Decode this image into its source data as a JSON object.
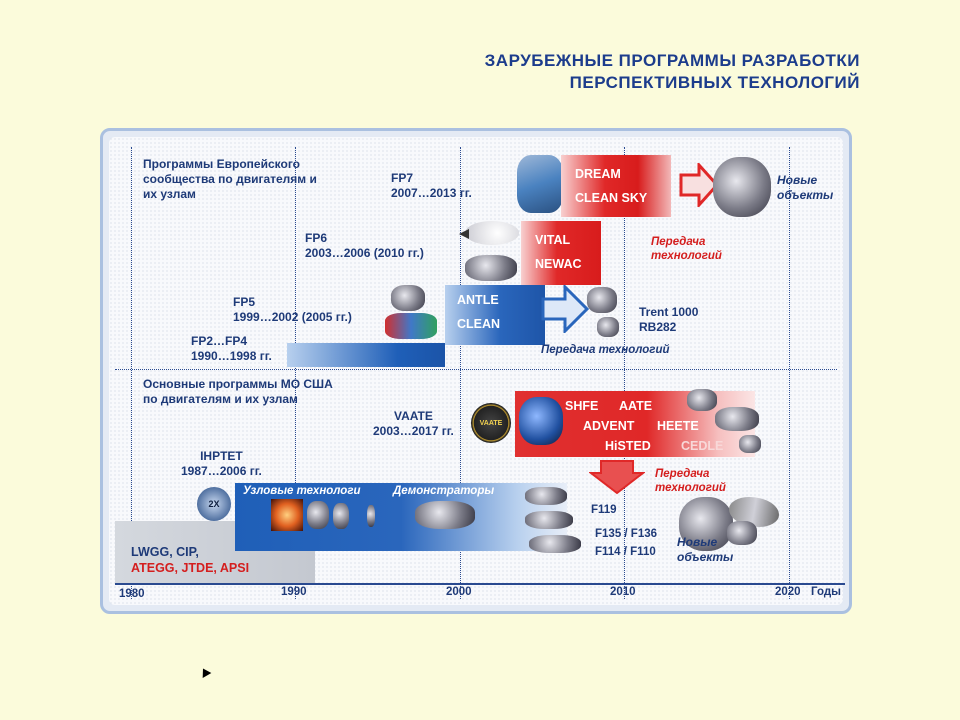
{
  "title": {
    "line1": "ЗАРУБЕЖНЫЕ ПРОГРАММЫ РАЗРАБОТКИ",
    "line2": "ПЕРСПЕКТИВНЫХ ТЕХНОЛОГИЙ"
  },
  "europe": {
    "heading": [
      "Программы Европейского",
      "сообщества по двигателям и",
      "их узлам"
    ],
    "fp2": [
      "FP2…FP4",
      "1990…1998 гг."
    ],
    "fp5": [
      "FP5",
      "1999…2002 (2005 гг.)"
    ],
    "fp6": [
      "FP6",
      "2003…2006 (2010 гг.)"
    ],
    "fp7": [
      "FP7",
      "2007…2013 гг."
    ],
    "antle": [
      "ANTLE",
      "CLEAN"
    ],
    "vital": [
      "VITAL",
      "NEWAC"
    ],
    "dream": [
      "DREAM",
      "CLEAN SKY"
    ],
    "transfer1": "Передача технологий",
    "transfer2": [
      "Передача",
      "технологий"
    ],
    "trent": [
      "Trent 1000",
      "RB282"
    ],
    "new_objects": [
      "Новые",
      "объекты"
    ]
  },
  "usa": {
    "heading": [
      "Основные программы МО США",
      "по двигателям и их узлам"
    ],
    "vaate": [
      "VAATE",
      "2003…2017 гг."
    ],
    "ihptet": [
      "IHPTET",
      "1987…2006 гг."
    ],
    "vaate_programs": [
      "SHFE",
      "AATE",
      "ADVENT",
      "HEETE",
      "HiSTED",
      "CEDLE"
    ],
    "component_tech": "Узловые технологи",
    "demonstrators": "Демонстраторы",
    "lwgg": "LWGG, CIP,",
    "ategg": "ATEGG, JTDE, APSI",
    "f119": "F119",
    "f135": "F135 / F136",
    "f114": "F114 / F110",
    "transfer": [
      "Передача",
      "технологий"
    ],
    "new_objects": [
      "Новые",
      "объекты"
    ],
    "badge": "2X",
    "vaate_logo": "VAATE"
  },
  "axis": {
    "ticks": [
      "1980",
      "1990",
      "2000",
      "2010",
      "2020"
    ],
    "unit": "Годы"
  }
}
